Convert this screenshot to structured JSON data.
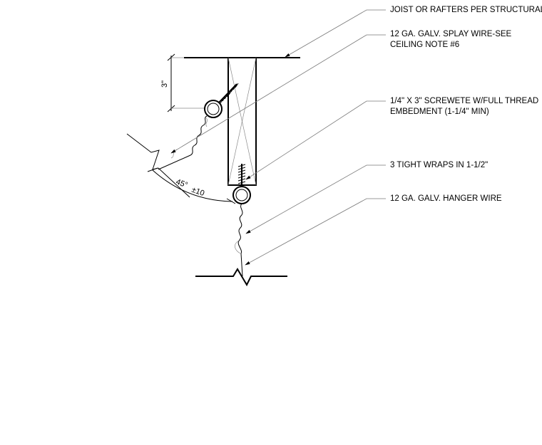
{
  "notes": {
    "joist": "JOIST OR RAFTERS PER STRUCTURAL",
    "splay_line1": "12 GA. GALV. SPLAY WIRE-SEE",
    "splay_line2": "CEILING NOTE #6",
    "screw_line1": "1/4\" X 3\" SCREWETE W/FULL THREAD",
    "screw_line2": "EMBEDMENT (1-1/4\" MIN)",
    "wraps": "3 TIGHT WRAPS IN 1-1/2\"",
    "hanger": "12 GA. GALV. HANGER WIRE"
  },
  "dimensions": {
    "vertical": "3\"",
    "angle": "45°",
    "tolerance": "±10"
  }
}
